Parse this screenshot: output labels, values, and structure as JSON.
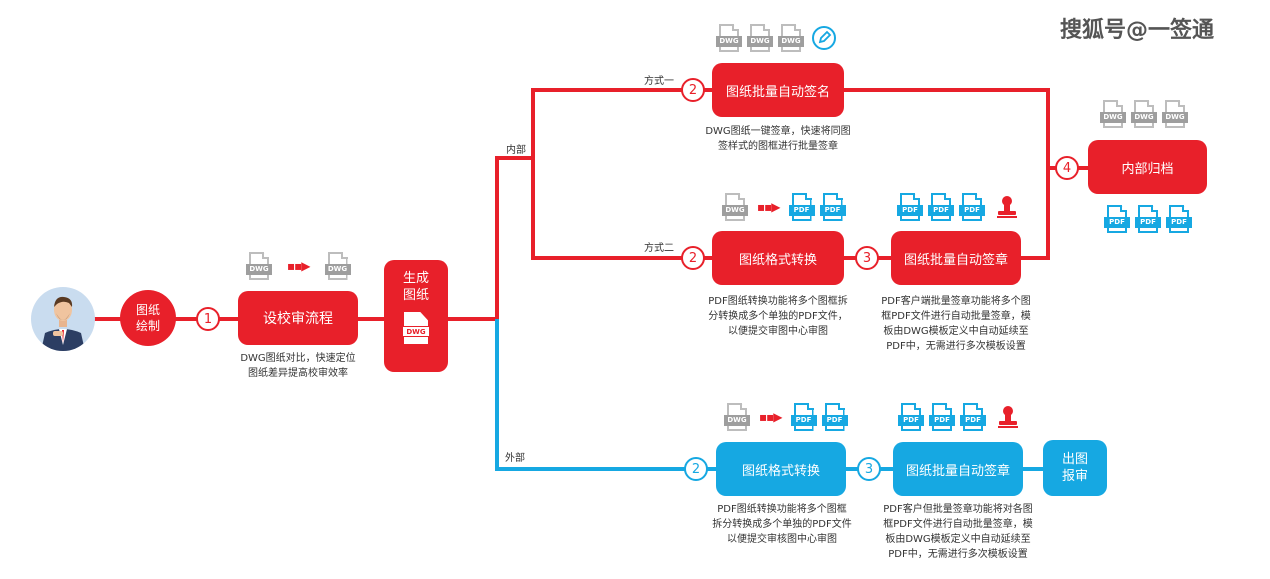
{
  "watermark": "搜狐号@一签通",
  "start": {
    "label_line1": "图纸",
    "label_line2": "绘制"
  },
  "step_review": {
    "num": "1",
    "label": "设校审流程",
    "desc_line1": "DWG图纸对比，快速定位",
    "desc_line2": "图纸差异提高校审效率"
  },
  "generate": {
    "label_line1": "生成",
    "label_line2": "图纸",
    "file_label": "DWG"
  },
  "branch_internal": "内部",
  "branch_external": "外部",
  "method1": {
    "tag": "方式一",
    "num": "2",
    "label": "图纸批量自动签名",
    "desc_line1": "DWG图纸一键签章，快速将同图",
    "desc_line2": "签样式的图框进行批量签章"
  },
  "method2": {
    "tag": "方式二",
    "convert": {
      "num": "2",
      "label": "图纸格式转换",
      "desc_line1": "PDF图纸转换功能将多个图框拆",
      "desc_line2": "分转换成多个单独的PDF文件，",
      "desc_line3": "以便提交审图中心审图"
    },
    "sign": {
      "num": "3",
      "label": "图纸批量自动签章",
      "desc_line1": "PDF客户端批量签章功能将多个图",
      "desc_line2": "框PDF文件进行自动批量签章，模",
      "desc_line3": "板由DWG模板定义中自动延续至",
      "desc_line4": "PDF中，无需进行多次模板设置"
    }
  },
  "archive": {
    "num": "4",
    "label": "内部归档"
  },
  "external": {
    "convert": {
      "num": "2",
      "label": "图纸格式转换",
      "desc_line1": "PDF图纸转换功能将多个图框",
      "desc_line2": "拆分转换成多个单独的PDF文件",
      "desc_line3": "以便提交审核图中心审图"
    },
    "sign": {
      "num": "3",
      "label": "图纸批量自动签章",
      "desc_line1": "PDF客户但批量签章功能将对各图",
      "desc_line2": "框PDF文件进行自动批量签章，模",
      "desc_line3": "板由DWG模板定义中自动延续至",
      "desc_line4": "PDF中，无需进行多次模板设置"
    },
    "report_line1": "出图",
    "report_line2": "报审"
  },
  "file_labels": {
    "dwg": "DWG",
    "pdf": "PDF"
  },
  "colors": {
    "internal": "#e8202a",
    "external": "#16a8e2",
    "dwg": "#9e9e9e"
  },
  "icons": [
    "person-avatar-icon",
    "pencil-sign-icon",
    "stamp-icon",
    "dwg-file-icon",
    "pdf-file-icon",
    "convert-arrow-icon"
  ]
}
